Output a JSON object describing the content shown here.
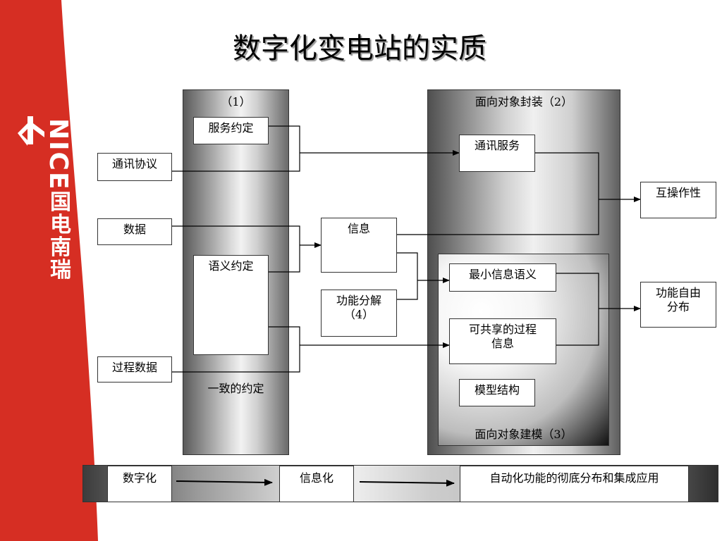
{
  "brand": {
    "logo_text": "NICE",
    "logo_subtext": "国电南瑞",
    "strip_color": "#d62e23"
  },
  "title": "数字化变电站的实质",
  "left_panel": {
    "top_label": "（1）",
    "bottom_label": "一致的约定",
    "boxes": {
      "service": "服务约定",
      "semantic": "语义约定"
    }
  },
  "inputs": {
    "comm_protocol": "通讯协议",
    "data": "数据",
    "process_data": "过程数据"
  },
  "middle": {
    "info": "信息",
    "func_decomp_line1": "功能分解",
    "func_decomp_line2": "（4）"
  },
  "right_panel": {
    "top_label": "面向对象封装（2）",
    "comm_service": "通讯服务",
    "inner": {
      "bottom_label": "面向对象建模（3）",
      "min_info_semantic": "最小信息语义",
      "shareable_line1": "可共享的过程",
      "shareable_line2": "信息",
      "model_structure": "模型结构"
    }
  },
  "outputs": {
    "interoperability": "互操作性",
    "func_free_line1": "功能自由",
    "func_free_line2": "分布"
  },
  "bottom_bar": {
    "step1": "数字化",
    "step2": "信息化",
    "step3": "自动化功能的彻底分布和集成应用"
  }
}
